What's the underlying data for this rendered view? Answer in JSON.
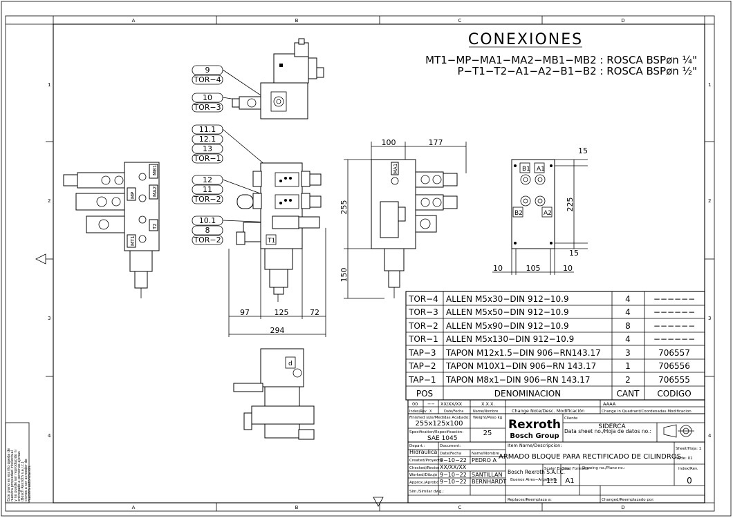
{
  "zones": {
    "columns": [
      "A",
      "B",
      "C",
      "D"
    ],
    "rows": [
      "1",
      "2",
      "3",
      "4"
    ]
  },
  "notes": {
    "title": "CONEXIONES",
    "line1": "MT1−MP−MA1−MA2−MB1−MB2 : ROSCA BSPøn ¼\"",
    "line2": "P−T1−T2−A1−A2−B1−B2 : ROSCA BSPøn ½\""
  },
  "balloons": [
    {
      "lines": [
        "9",
        "TOR−4"
      ]
    },
    {
      "lines": [
        "10",
        "TOR−3"
      ]
    },
    {
      "lines": [
        "11.1",
        "12.1",
        "13",
        "TOR−1"
      ]
    },
    {
      "lines": [
        "12",
        "11",
        "TOR−2"
      ]
    },
    {
      "lines": [
        "10.1",
        "8",
        "TOR−2"
      ]
    }
  ],
  "ports": {
    "left": [
      "MB1",
      "MP",
      "MA2",
      "T2",
      "MT1"
    ],
    "front": [
      "T1"
    ],
    "side": [
      "MA1"
    ],
    "back": [
      "B1",
      "A1",
      "B2",
      "A2"
    ],
    "bottom": [
      "d"
    ]
  },
  "dimensions": {
    "d100": "100",
    "d177": "177",
    "d255": "255",
    "d150": "150",
    "d97": "97",
    "d125": "125",
    "d72": "72",
    "d294": "294",
    "d15a": "15",
    "d225": "225",
    "d15b": "15",
    "d10a": "10",
    "d105": "105",
    "d10b": "10"
  },
  "parts_table": {
    "rows": [
      {
        "pos": "TOR−4",
        "denominacion": "ALLEN  M5x30−DIN  912−10.9",
        "cant": "4",
        "codigo": "−−−−−−"
      },
      {
        "pos": "TOR−3",
        "denominacion": "ALLEN  M5x50−DIN  912−10.9",
        "cant": "4",
        "codigo": "−−−−−−"
      },
      {
        "pos": "TOR−2",
        "denominacion": "ALLEN  M5x90−DIN  912−10.9",
        "cant": "8",
        "codigo": "−−−−−−"
      },
      {
        "pos": "TOR−1",
        "denominacion": "ALLEN  M5x130−DIN  912−10.9",
        "cant": "4",
        "codigo": "−−−−−−"
      },
      {
        "pos": "TAP−3",
        "denominacion": "TAPON  M12x1.5−DIN  906−RN143.17",
        "cant": "3",
        "codigo": "706557"
      },
      {
        "pos": "TAP−2",
        "denominacion": "TAPON  M10X1−DIN  906−RN  143.17",
        "cant": "1",
        "codigo": "706556"
      },
      {
        "pos": "TAP−1",
        "denominacion": "TAPON  M8x1−DIN  906−RN  143.17",
        "cant": "2",
        "codigo": "706555"
      }
    ],
    "header": {
      "pos": "POS",
      "denominacion": "DENOMINACION",
      "cant": "CANT",
      "codigo": "CODIGO"
    }
  },
  "title_block": {
    "rev_index": "00",
    "rev_x": "−−",
    "rev_date": "XX/XX/XX",
    "rev_name": "X.X.X.",
    "rev_quad": "AAAA",
    "h_index": "Index/Rev",
    "h_x": "X",
    "h_date": "Date/Fecha",
    "h_name": "Name/Nombre",
    "h_change": "Change Note/Desc. Modificación",
    "h_quad": "Change in Quadrant/Coordenadas Modificacion",
    "finished_label": "Finished size/Medidas Acabado:",
    "finished": "255x125x100",
    "weight_label": "Weight/Peso kg",
    "weight": "25",
    "spec_label": "Specification/Especificación:",
    "spec": "SAE  1045",
    "logo1": "Rexroth",
    "logo2": "Bosch Group",
    "client_label": "Cliente",
    "client": "SIDERCA",
    "datasheet_label": "Data sheet no./Hoja de datos no.:",
    "depart_label": "Depart.:",
    "depart": "Hidraulica",
    "document_label": "Document:",
    "created_label": "Created/Proyectó",
    "created_date": "9−10−22",
    "created_name": "PEDRO  A",
    "date_h": "Date/Fecha",
    "name_h": "Name/Nombre",
    "item_label": "Item Name/Descripcion:",
    "item": "ARMADO BLOQUE  PARA  RECTIFICADO DE CILINDROS",
    "sheet_label": "Sheet/Hoja: 1",
    "of_label": "of/de:   01",
    "checked_label": "Checked/Revisó",
    "checked_date": "XX/XX/XX",
    "worked_label": "Worked/Dibujó",
    "worked_date": "9−10−22",
    "worked_name": "SANTILLAN",
    "approx_label": "Approx./Aprobó",
    "approx_date": "9−10−22",
    "approx_name": "BERNHARDT",
    "company": "Bosch Rexroth S.A.I.C.",
    "city": "Buenos Aires−Argentina",
    "scale_label": "Scale/ Escala:",
    "scale": "1:1",
    "size_label": "Size/ Formato:",
    "size": "A1",
    "drawing_label": "Drawing no./Plano no.:",
    "index_label": "Index/Rev.",
    "index": "0",
    "sim_label": "Sim./Similar dwg.:",
    "replaces_label": "Replaces/Reemplaza a:",
    "changed_label": "Changed/Reemplazado por:"
  },
  "legal": {
    "l1": "Este plano es escrito queda de",
    "l2": "nuestra propiedad intelectual",
    "l3": "y no puede ser reproducido ni",
    "l4": "entregado a personas ajenas",
    "l5": "(Bosch Rexroth s.a.i.c.)",
    "l6": "ciones a ser acreedor de",
    "l7": "nuestra autorización."
  }
}
